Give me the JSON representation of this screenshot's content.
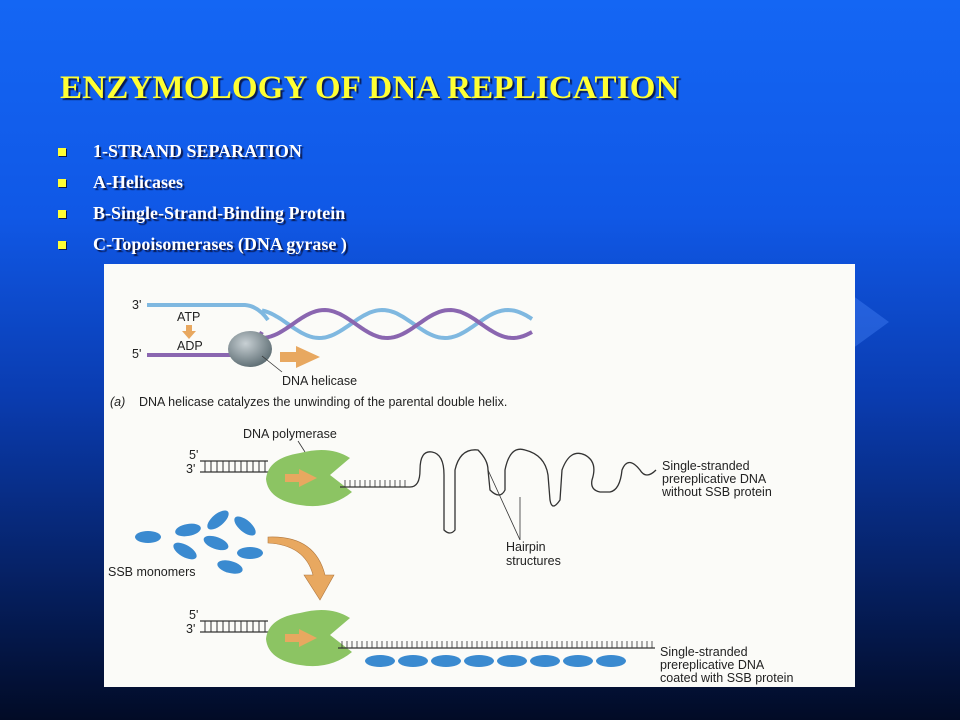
{
  "slide": {
    "title": "ENZYMOLOGY OF DNA REPLICATION",
    "bullets": [
      "1-STRAND SEPARATION",
      "A-Helicases",
      "B-Single-Strand-Binding  Protein",
      "C-Topoisomerases  (DNA gyrase )"
    ]
  },
  "figure": {
    "panel_a": {
      "three_prime": "3'",
      "five_prime": "5'",
      "atp": "ATP",
      "adp": "ADP",
      "helicase_label": "DNA helicase",
      "caption_letter": "(a)",
      "caption": "DNA helicase catalyzes the unwinding of the parental double helix."
    },
    "panel_b": {
      "polymerase_label": "DNA polymerase",
      "five_prime": "5'",
      "three_prime": "3'",
      "ss_label": [
        "Single-stranded",
        "prereplicative DNA",
        "without SSB protein"
      ],
      "hairpin_label": [
        "Hairpin",
        "structures"
      ],
      "ssb_label": "SSB monomers"
    },
    "panel_c": {
      "five_prime": "5'",
      "three_prime": "3'",
      "ss_label": [
        "Single-stranded",
        "prereplicative DNA",
        "coated with SSB protein"
      ]
    }
  },
  "colors": {
    "title": "#ffff33",
    "blue_strand": "#7fb8e0",
    "purple_strand": "#8a66b0",
    "polymerase": "#8cc463",
    "ssb": "#3a8ad0",
    "arrow": "#e8a860"
  }
}
